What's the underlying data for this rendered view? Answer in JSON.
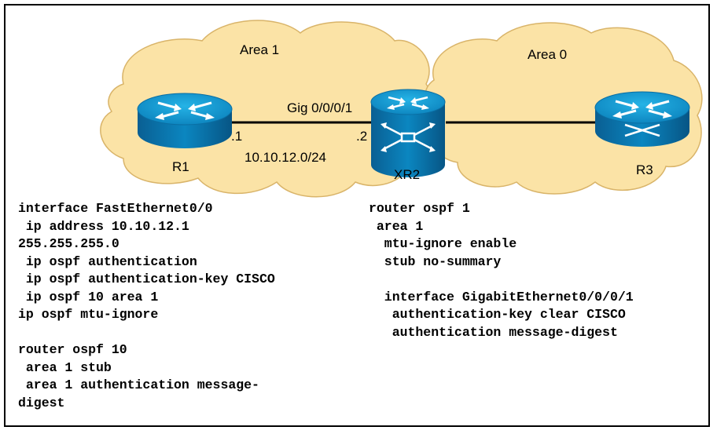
{
  "areas": {
    "left": "Area 1",
    "right": "Area 0"
  },
  "routers": {
    "r1": "R1",
    "xr2": "XR2",
    "r3": "R3"
  },
  "link": {
    "interface": "Gig 0/0/0/1",
    "r1_end": ".1",
    "xr2_end": ".2",
    "subnet": "10.10.12.0/24"
  },
  "colors": {
    "cloud_fill": "#fbe3a6",
    "cloud_stroke": "#d9b469",
    "router_top": "#0b8dc4",
    "router_side": "#0868a0"
  },
  "icons": [
    "router-icon",
    "switching-router-icon"
  ],
  "config_left": [
    "interface FastEthernet0/0",
    " ip address 10.10.12.1",
    "255.255.255.0",
    " ip ospf authentication",
    " ip ospf authentication-key CISCO",
    " ip ospf 10 area 1",
    "ip ospf mtu-ignore",
    "",
    "router ospf 10",
    " area 1 stub",
    " area 1 authentication message-",
    "digest"
  ],
  "config_right": [
    "router ospf 1",
    " area 1",
    "  mtu-ignore enable",
    "  stub no-summary",
    "",
    "  interface GigabitEthernet0/0/0/1",
    "   authentication-key clear CISCO",
    "   authentication message-digest"
  ]
}
